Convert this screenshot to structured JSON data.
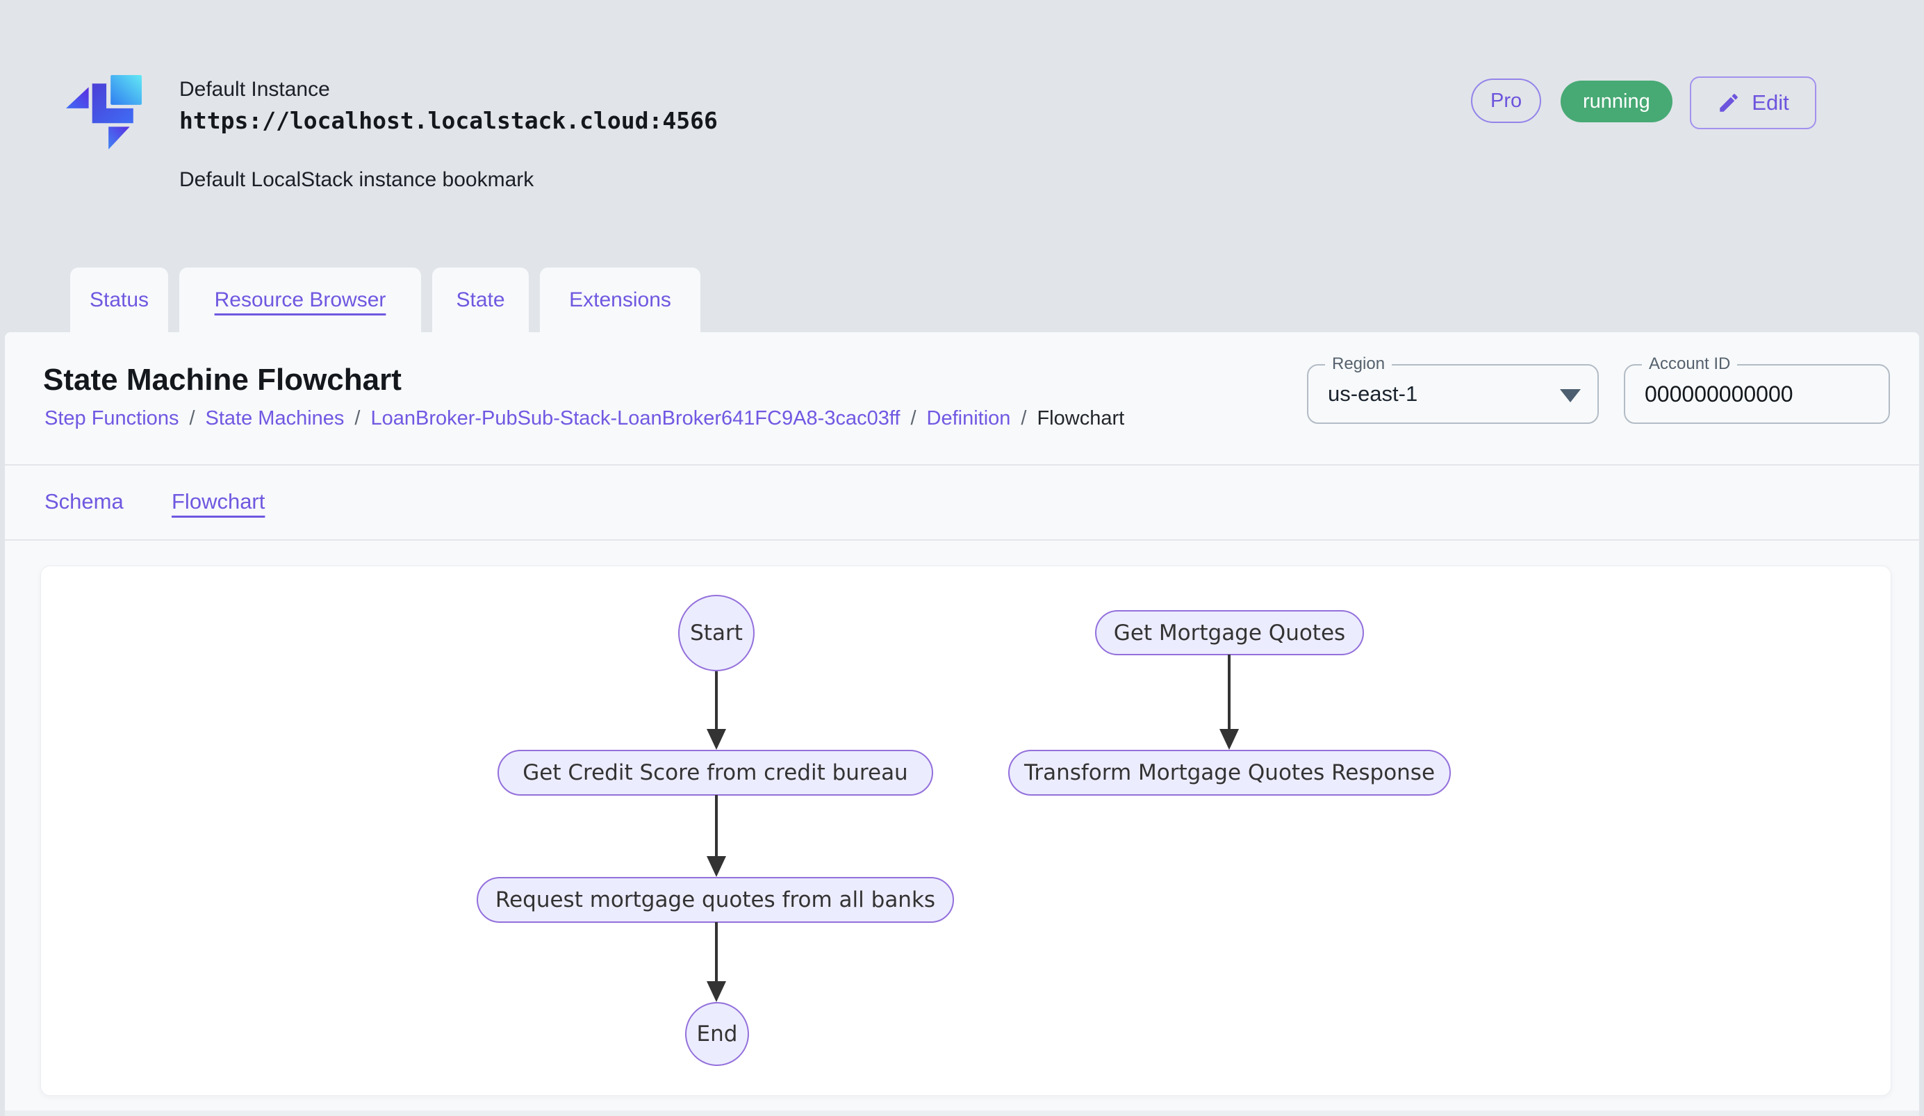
{
  "header": {
    "instance_label": "Default Instance",
    "instance_url": "https://localhost.localstack.cloud:4566",
    "instance_description": "Default LocalStack instance bookmark",
    "pro_badge": "Pro",
    "status_badge": "running",
    "edit_button": "Edit"
  },
  "tabs": {
    "items": [
      {
        "label": "Status",
        "active": false
      },
      {
        "label": "Resource Browser",
        "active": true
      },
      {
        "label": "State",
        "active": false
      },
      {
        "label": "Extensions",
        "active": false
      }
    ]
  },
  "content": {
    "title": "State Machine Flowchart",
    "breadcrumbs": [
      "Step Functions",
      "State Machines",
      "LoanBroker-PubSub-Stack-LoanBroker641FC9A8-3cac03ff",
      "Definition",
      "Flowchart"
    ],
    "breadcrumb_separator": "/",
    "subtabs": [
      "Schema",
      "Flowchart"
    ]
  },
  "toolbar": {
    "region_label": "Region",
    "region_value": "us-east-1",
    "account_label": "Account ID",
    "account_value": "000000000000"
  },
  "flowchart": {
    "nodes": [
      {
        "id": "start",
        "label": "Start",
        "shape": "circle"
      },
      {
        "id": "credit",
        "label": "Get Credit Score from credit bureau",
        "shape": "pill"
      },
      {
        "id": "request",
        "label": "Request mortgage quotes from all banks",
        "shape": "pill"
      },
      {
        "id": "end",
        "label": "End",
        "shape": "circle"
      },
      {
        "id": "quotes",
        "label": "Get Mortgage Quotes",
        "shape": "pill"
      },
      {
        "id": "transform",
        "label": "Transform Mortgage Quotes Response",
        "shape": "pill"
      }
    ],
    "edges": [
      {
        "from": "start",
        "to": "credit"
      },
      {
        "from": "credit",
        "to": "request"
      },
      {
        "from": "request",
        "to": "end"
      },
      {
        "from": "quotes",
        "to": "transform"
      }
    ]
  },
  "colors": {
    "primary_purple": "#6f58e0",
    "badge_green": "#47a974",
    "node_fill": "#ECECFF",
    "node_border": "#9370DB",
    "page_background": "#e1e4e9",
    "panel_background": "#f7f9fb"
  }
}
